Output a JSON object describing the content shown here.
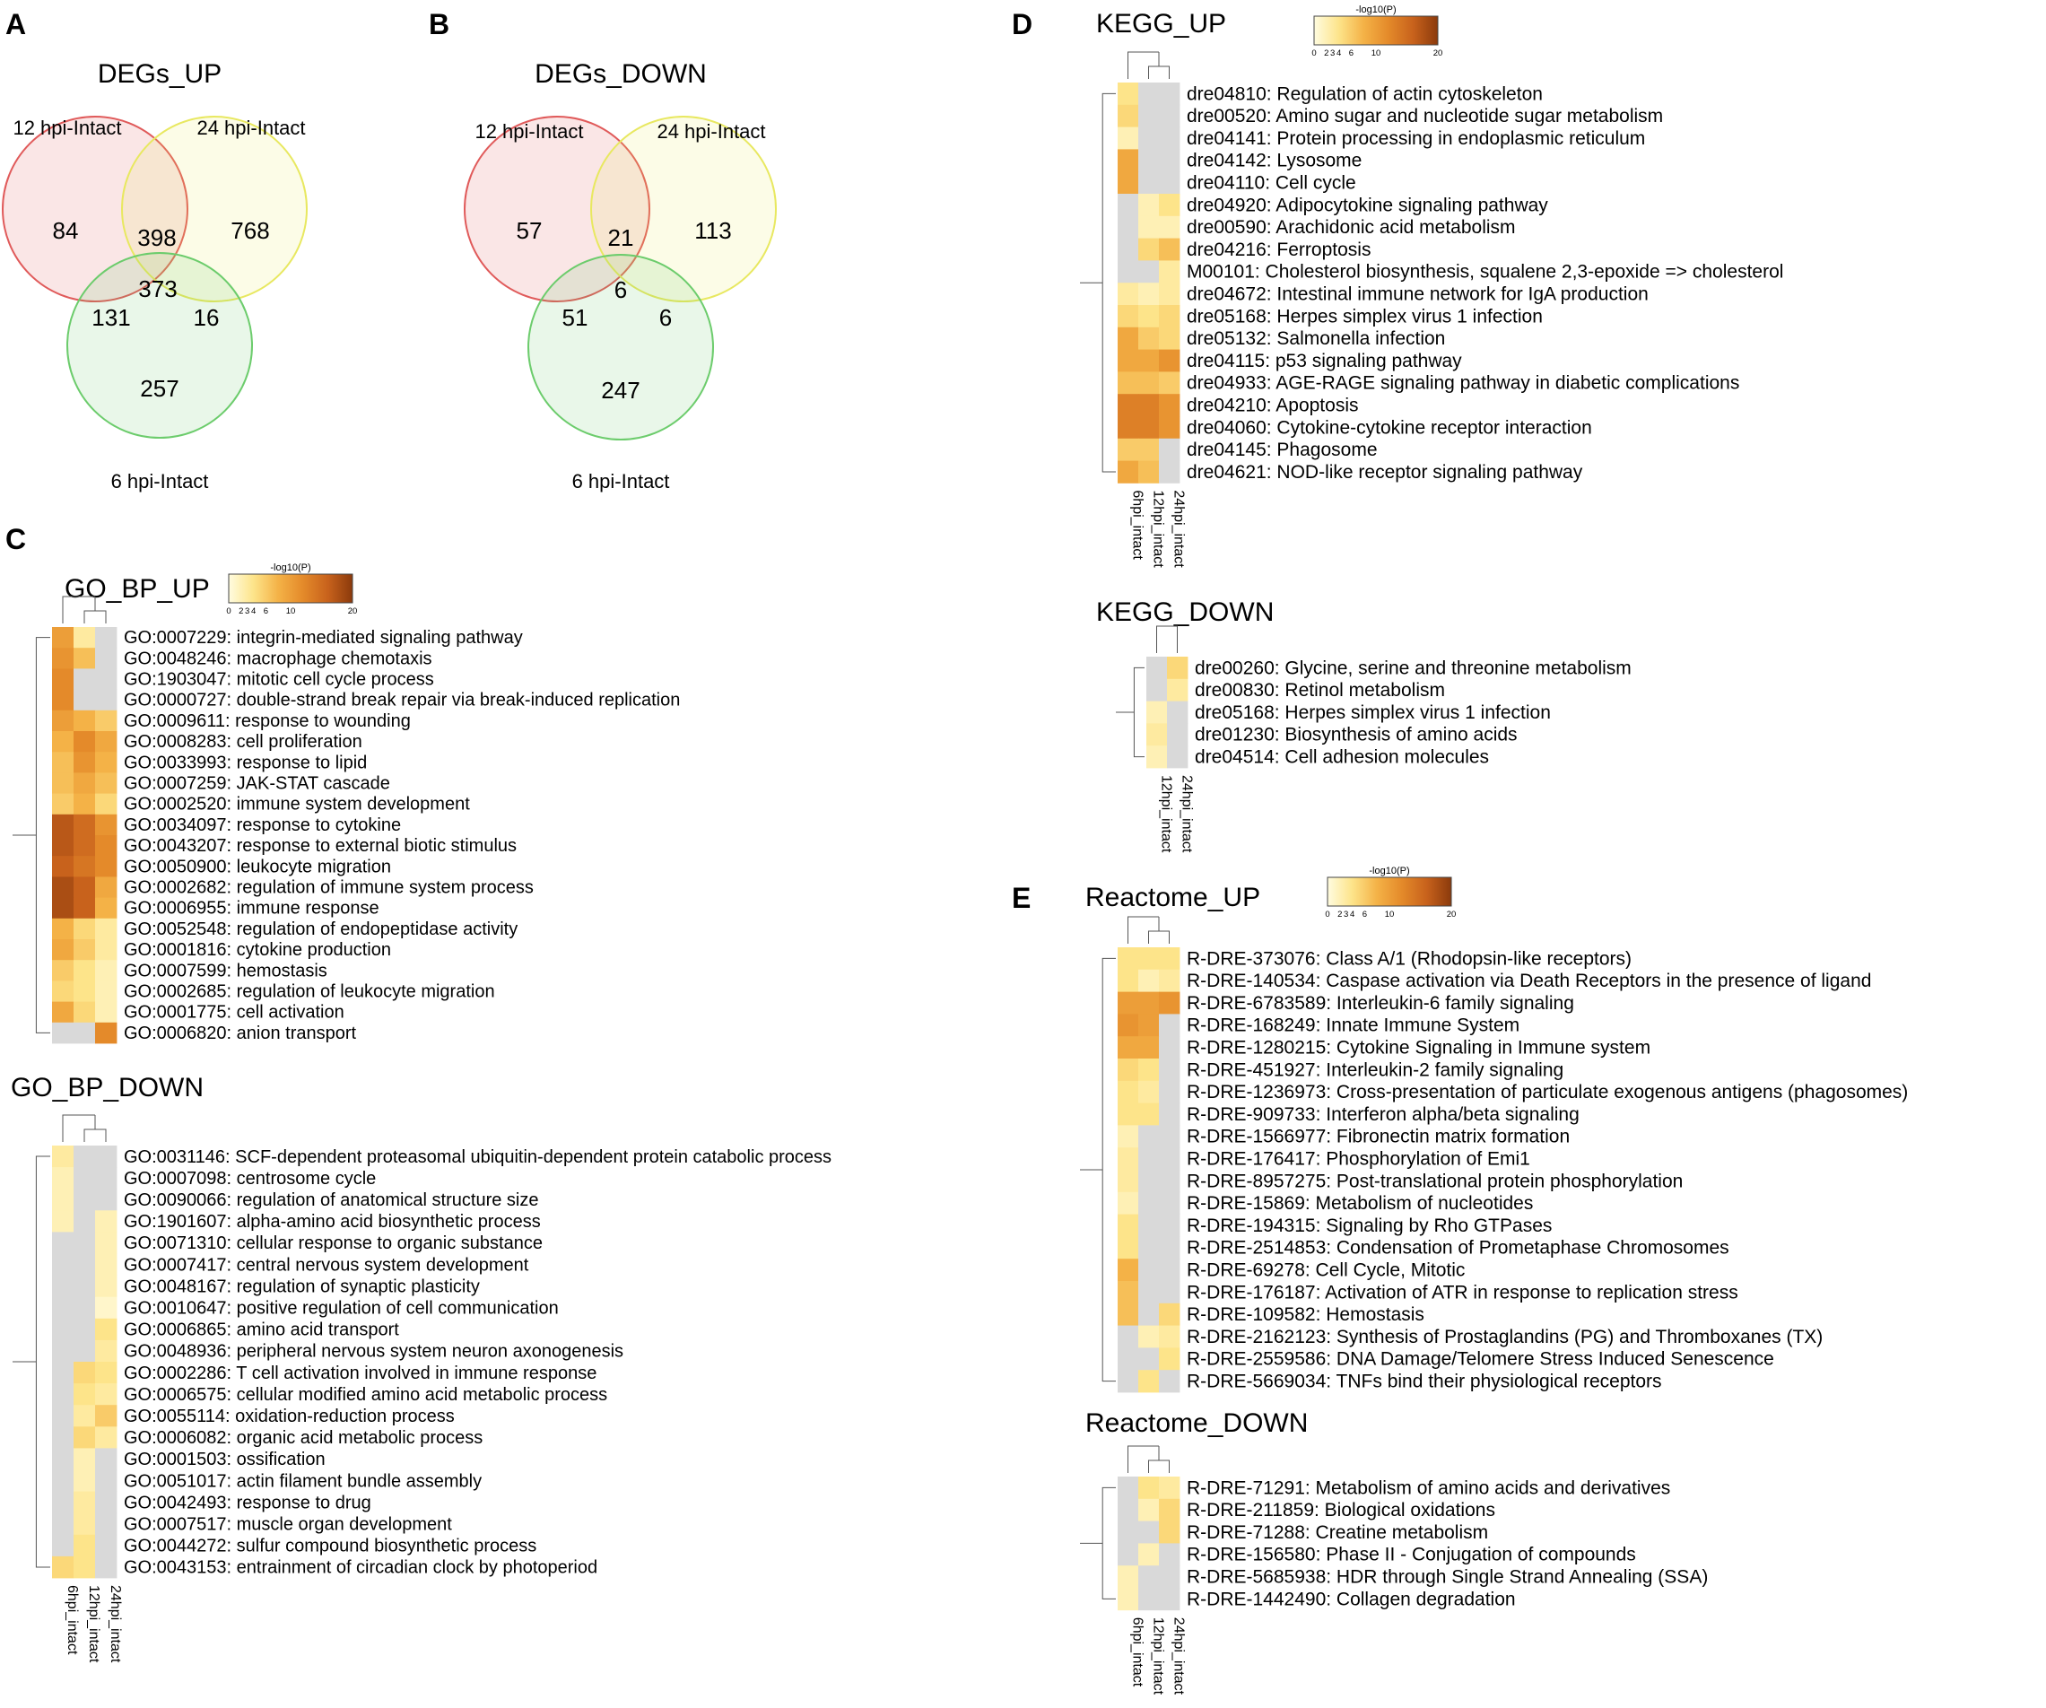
{
  "colors": {
    "up_venn_a": "#e05a5a",
    "up_venn_b": "#e8e860",
    "up_venn_c": "#6ccc6c",
    "na_cell": "#d9d9d9",
    "scale": [
      "#fffce0",
      "#fde48a",
      "#f4b247",
      "#e48a2a",
      "#c8621c",
      "#8b3a0c"
    ]
  },
  "panels": {
    "A": {
      "letter": "A",
      "title": "DEGs_UP",
      "set_labels": [
        "12 hpi-Intact",
        "24 hpi-Intact",
        "6 hpi-Intact"
      ],
      "regions": {
        "only12": "84",
        "only24": "768",
        "only6": "257",
        "i12_24": "398",
        "i12_6": "131",
        "i24_6": "16",
        "all": "373"
      }
    },
    "B": {
      "letter": "B",
      "title": "DEGs_DOWN",
      "set_labels": [
        "12 hpi-Intact",
        "24 hpi-Intact",
        "6 hpi-Intact"
      ],
      "regions": {
        "only12": "57",
        "only24": "113",
        "only6": "247",
        "i12_24": "21",
        "i12_6": "51",
        "i24_6": "6",
        "all": "6"
      }
    },
    "C": {
      "letter": "C"
    },
    "D": {
      "letter": "D"
    },
    "E": {
      "letter": "E"
    }
  },
  "colorbar": {
    "title": "-log10(P)",
    "ticks": [
      "0",
      "2",
      "3",
      "4",
      "6",
      "10",
      "20"
    ]
  },
  "column_labels": [
    "6hpi_intact",
    "12hpi_intact",
    "24hpi_intact"
  ],
  "chart_data": [
    {
      "type": "heatmap",
      "id": "go_bp_up",
      "title": "GO_BP_UP",
      "value_label": "-log10(P)",
      "scale": [
        0,
        20
      ],
      "columns": [
        "6hpi_intact",
        "12hpi_intact",
        "24hpi_intact"
      ],
      "rows": [
        "GO:0007229: integrin-mediated signaling pathway",
        "GO:0048246: macrophage chemotaxis",
        "GO:1903047: mitotic cell cycle process",
        "GO:0000727: double-strand break repair via break-induced replication",
        "GO:0009611: response to wounding",
        "GO:0008283: cell proliferation",
        "GO:0033993: response to lipid",
        "GO:0007259: JAK-STAT cascade",
        "GO:0002520: immune system development",
        "GO:0034097: response to cytokine",
        "GO:0043207: response to external biotic stimulus",
        "GO:0050900: leukocyte migration",
        "GO:0002682: regulation of immune system process",
        "GO:0006955: immune response",
        "GO:0052548: regulation of endopeptidase activity",
        "GO:0001816: cytokine production",
        "GO:0007599: hemostasis",
        "GO:0002685: regulation of leukocyte migration",
        "GO:0001775: cell activation",
        "GO:0006820: anion transport"
      ],
      "values": [
        [
          10,
          3,
          null
        ],
        [
          11,
          7,
          null
        ],
        [
          12,
          null,
          null
        ],
        [
          12,
          null,
          null
        ],
        [
          10,
          8,
          6
        ],
        [
          8,
          12,
          9
        ],
        [
          7,
          11,
          8
        ],
        [
          7,
          9,
          7
        ],
        [
          6,
          8,
          5
        ],
        [
          17,
          15,
          11
        ],
        [
          17,
          15,
          12
        ],
        [
          16,
          14,
          12
        ],
        [
          18,
          16,
          9
        ],
        [
          18,
          16,
          8
        ],
        [
          8,
          5,
          3
        ],
        [
          9,
          6,
          3
        ],
        [
          6,
          4,
          2
        ],
        [
          5,
          4,
          2
        ],
        [
          9,
          5,
          2
        ],
        [
          null,
          null,
          12
        ]
      ]
    },
    {
      "type": "heatmap",
      "id": "go_bp_down",
      "title": "GO_BP_DOWN",
      "value_label": "-log10(P)",
      "scale": [
        0,
        20
      ],
      "columns": [
        "6hpi_intact",
        "12hpi_intact",
        "24hpi_intact"
      ],
      "rows": [
        "GO:0031146: SCF-dependent proteasomal ubiquitin-dependent protein catabolic process",
        "GO:0007098: centrosome cycle",
        "GO:0090066: regulation of anatomical structure size",
        "GO:1901607: alpha-amino acid biosynthetic process",
        "GO:0071310: cellular response to organic substance",
        "GO:0007417: central nervous system development",
        "GO:0048167: regulation of synaptic plasticity",
        "GO:0010647: positive regulation of cell communication",
        "GO:0006865: amino acid transport",
        "GO:0048936: peripheral nervous system neuron axonogenesis",
        "GO:0002286: T cell activation involved in immune response",
        "GO:0006575: cellular modified amino acid metabolic process",
        "GO:0055114: oxidation-reduction process",
        "GO:0006082: organic acid metabolic process",
        "GO:0001503: ossification",
        "GO:0051017: actin filament bundle assembly",
        "GO:0042493: response to drug",
        "GO:0007517: muscle organ development",
        "GO:0044272: sulfur compound biosynthetic process",
        "GO:0043153: entrainment of circadian clock by photoperiod"
      ],
      "values": [
        [
          3,
          null,
          null
        ],
        [
          2,
          null,
          null
        ],
        [
          2,
          null,
          null
        ],
        [
          2,
          null,
          2
        ],
        [
          null,
          null,
          2
        ],
        [
          null,
          null,
          2
        ],
        [
          null,
          null,
          2
        ],
        [
          null,
          null,
          1
        ],
        [
          null,
          null,
          4
        ],
        [
          null,
          null,
          3
        ],
        [
          null,
          5,
          4
        ],
        [
          null,
          4,
          3
        ],
        [
          null,
          3,
          6
        ],
        [
          null,
          5,
          3
        ],
        [
          null,
          2,
          null
        ],
        [
          null,
          2,
          null
        ],
        [
          null,
          3,
          null
        ],
        [
          null,
          3,
          null
        ],
        [
          null,
          4,
          null
        ],
        [
          5,
          4,
          null
        ]
      ]
    },
    {
      "type": "heatmap",
      "id": "kegg_up",
      "title": "KEGG_UP",
      "value_label": "-log10(P)",
      "scale": [
        0,
        20
      ],
      "columns": [
        "6hpi_intact",
        "12hpi_intact",
        "24hpi_intact"
      ],
      "rows": [
        "dre04810: Regulation of actin cytoskeleton",
        "dre00520: Amino sugar and nucleotide sugar metabolism",
        "dre04141: Protein processing in endoplasmic reticulum",
        "dre04142: Lysosome",
        "dre04110: Cell cycle",
        "dre04920: Adipocytokine signaling pathway",
        "dre00590: Arachidonic acid metabolism",
        "dre04216: Ferroptosis",
        "M00101: Cholesterol biosynthesis, squalene 2,3-epoxide => cholesterol",
        "dre04672: Intestinal immune network for IgA production",
        "dre05168: Herpes simplex virus 1 infection",
        "dre05132: Salmonella infection",
        "dre04115: p53 signaling pathway",
        "dre04933: AGE-RAGE signaling pathway in diabetic complications",
        "dre04210: Apoptosis",
        "dre04060: Cytokine-cytokine receptor interaction",
        "dre04145: Phagosome",
        "dre04621: NOD-like receptor signaling pathway"
      ],
      "values": [
        [
          4,
          null,
          null
        ],
        [
          5,
          null,
          null
        ],
        [
          2,
          null,
          null
        ],
        [
          9,
          null,
          null
        ],
        [
          9,
          null,
          null
        ],
        [
          null,
          2,
          4
        ],
        [
          null,
          2,
          2
        ],
        [
          null,
          5,
          7
        ],
        [
          null,
          null,
          3
        ],
        [
          3,
          2,
          3
        ],
        [
          5,
          4,
          5
        ],
        [
          9,
          6,
          5
        ],
        [
          9,
          9,
          11
        ],
        [
          7,
          7,
          6
        ],
        [
          13,
          13,
          11
        ],
        [
          13,
          13,
          11
        ],
        [
          6,
          6,
          null
        ],
        [
          9,
          7,
          null
        ]
      ]
    },
    {
      "type": "heatmap",
      "id": "kegg_down",
      "title": "KEGG_DOWN",
      "value_label": "-log10(P)",
      "scale": [
        0,
        20
      ],
      "columns": [
        "12hpi_intact",
        "24hpi_intact"
      ],
      "rows": [
        "dre00260: Glycine, serine and threonine metabolism",
        "dre00830: Retinol metabolism",
        "dre05168: Herpes simplex virus 1 infection",
        "dre01230: Biosynthesis of amino acids",
        "dre04514: Cell adhesion molecules"
      ],
      "values": [
        [
          null,
          5
        ],
        [
          null,
          3
        ],
        [
          2,
          null
        ],
        [
          3,
          null
        ],
        [
          2,
          null
        ]
      ]
    },
    {
      "type": "heatmap",
      "id": "reactome_up",
      "title": "Reactome_UP",
      "value_label": "-log10(P)",
      "scale": [
        0,
        20
      ],
      "columns": [
        "6hpi_intact",
        "12hpi_intact",
        "24hpi_intact"
      ],
      "rows": [
        "R-DRE-373076: Class A/1 (Rhodopsin-like receptors)",
        "R-DRE-140534: Caspase activation via Death Receptors in the presence of ligand",
        "R-DRE-6783589: Interleukin-6 family signaling",
        "R-DRE-168249: Innate Immune System",
        "R-DRE-1280215: Cytokine Signaling in Immune system",
        "R-DRE-451927: Interleukin-2 family signaling",
        "R-DRE-1236973: Cross-presentation of particulate exogenous antigens (phagosomes)",
        "R-DRE-909733: Interferon alpha/beta signaling",
        "R-DRE-1566977: Fibronectin matrix formation",
        "R-DRE-176417: Phosphorylation of Emi1",
        "R-DRE-8957275: Post-translational protein phosphorylation",
        "R-DRE-15869: Metabolism of nucleotides",
        "R-DRE-194315: Signaling by Rho GTPases",
        "R-DRE-2514853: Condensation of Prometaphase Chromosomes",
        "R-DRE-69278: Cell Cycle, Mitotic",
        "R-DRE-176187: Activation of ATR in response to replication stress",
        "R-DRE-109582: Hemostasis",
        "R-DRE-2162123: Synthesis of Prostaglandins (PG) and Thromboxanes (TX)",
        "R-DRE-2559586: DNA Damage/Telomere Stress Induced Senescence",
        "R-DRE-5669034: TNFs bind their physiological receptors"
      ],
      "values": [
        [
          4,
          4,
          4
        ],
        [
          4,
          2,
          3
        ],
        [
          10,
          10,
          11
        ],
        [
          11,
          10,
          null
        ],
        [
          9,
          9,
          null
        ],
        [
          5,
          4,
          null
        ],
        [
          4,
          3,
          null
        ],
        [
          4,
          4,
          null
        ],
        [
          2,
          null,
          null
        ],
        [
          3,
          null,
          null
        ],
        [
          3,
          null,
          null
        ],
        [
          2,
          null,
          null
        ],
        [
          4,
          null,
          null
        ],
        [
          4,
          null,
          null
        ],
        [
          8,
          null,
          null
        ],
        [
          7,
          null,
          null
        ],
        [
          7,
          null,
          5
        ],
        [
          null,
          2,
          3
        ],
        [
          null,
          null,
          4
        ],
        [
          null,
          4,
          null
        ]
      ]
    },
    {
      "type": "heatmap",
      "id": "reactome_down",
      "title": "Reactome_DOWN",
      "value_label": "-log10(P)",
      "scale": [
        0,
        20
      ],
      "columns": [
        "6hpi_intact",
        "12hpi_intact",
        "24hpi_intact"
      ],
      "rows": [
        "R-DRE-71291: Metabolism of amino acids and derivatives",
        "R-DRE-211859: Biological oxidations",
        "R-DRE-71288: Creatine metabolism",
        "R-DRE-156580: Phase II - Conjugation of compounds",
        "R-DRE-5685938: HDR through Single Strand Annealing (SSA)",
        "R-DRE-1442490: Collagen degradation"
      ],
      "values": [
        [
          null,
          4,
          3
        ],
        [
          null,
          2,
          5
        ],
        [
          null,
          null,
          5
        ],
        [
          null,
          2,
          null
        ],
        [
          2,
          null,
          null
        ],
        [
          2,
          null,
          null
        ]
      ]
    }
  ]
}
